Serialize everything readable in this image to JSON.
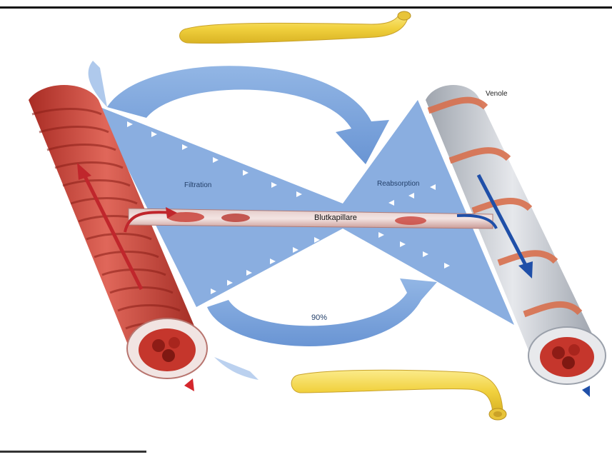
{
  "labels": {
    "venole": "Venole",
    "filtration": "Filtration",
    "reabsorption": "Reabsorption",
    "blutkapillare": "Blutkapillare",
    "percent": "90%"
  },
  "colors": {
    "artery": "#c8453a",
    "artery_dark": "#8e2018",
    "vein_sheath": "#bfc4cc",
    "vein_ring": "#d8704e",
    "flow_blue": "#5d8fd3",
    "lymph": "#f0d650",
    "arrow_red": "#c0262c",
    "arrow_blue": "#1f4fa8"
  }
}
